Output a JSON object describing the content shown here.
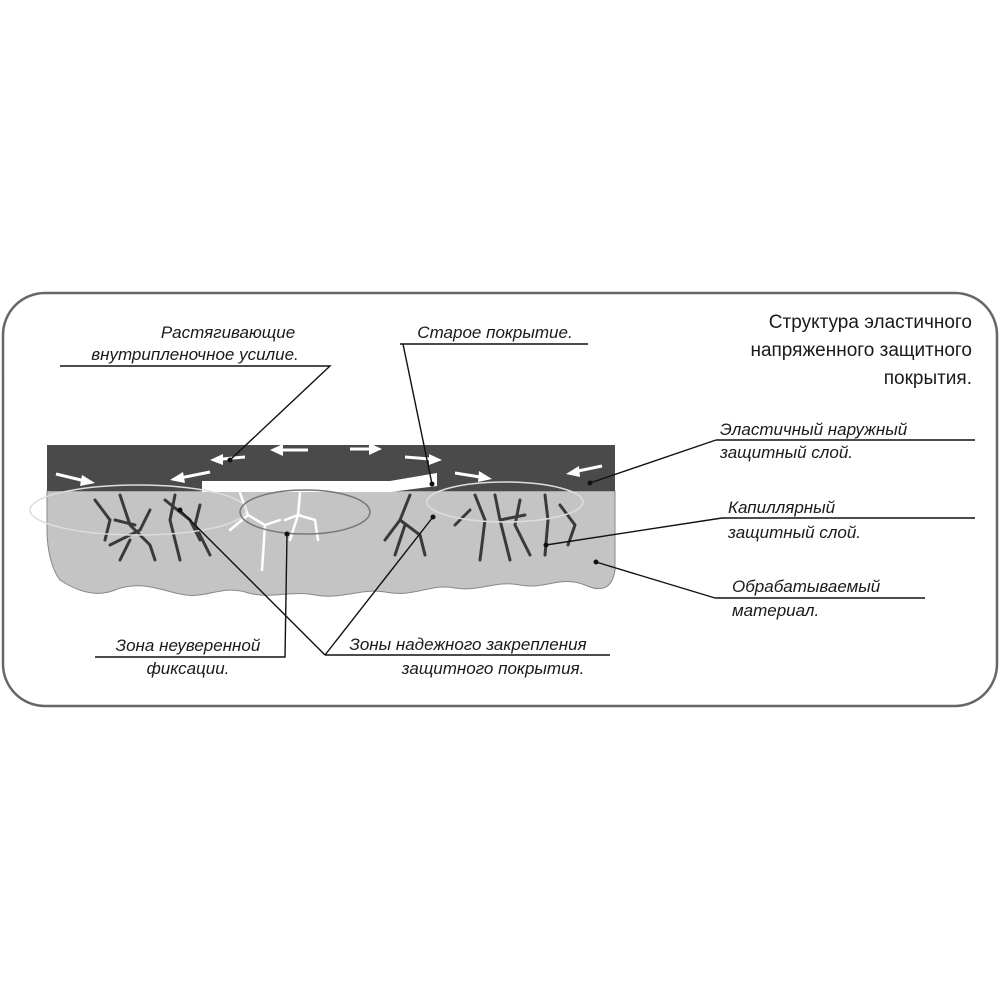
{
  "title": [
    "Структура эластичного",
    "напряженного защитного",
    "покрытия."
  ],
  "labels": {
    "tension": [
      "Растягивающие",
      "внутрипленочное усилие."
    ],
    "old_coating": [
      "Старое покрытие."
    ],
    "outer_layer": [
      "Эластичный наружный",
      "защитный слой."
    ],
    "capillary_layer": [
      "Капиллярный",
      "защитный слой."
    ],
    "material": [
      "Обрабатываемый",
      "материал."
    ],
    "uncertain_zone": [
      "Зона неуверенной",
      "фиксации."
    ],
    "reliable_zones": [
      "Зоны надежного закрепления",
      "защитного покрытия."
    ]
  },
  "colors": {
    "outer_layer": "#4a4a4a",
    "material": "#c4c4c4",
    "frame": "#666666",
    "old_coating": "#ffffff"
  }
}
